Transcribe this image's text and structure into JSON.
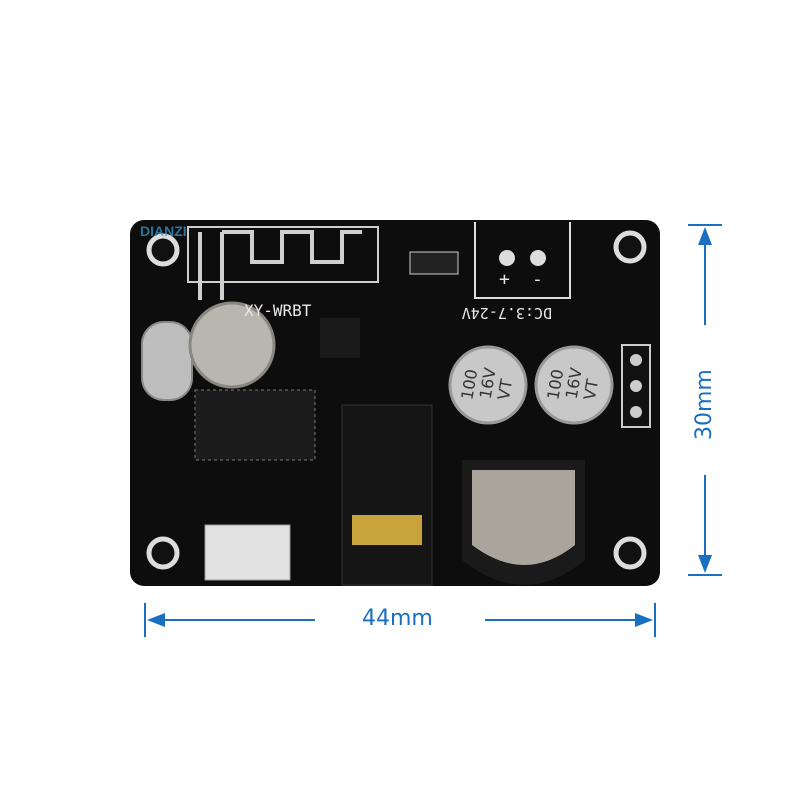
{
  "photo": {
    "watermark": "DIANZI",
    "board": {
      "model_label": "XY-WRBT",
      "power_label": "DC:3.7-24V",
      "plus_label": "+",
      "minus_label": "-",
      "capacitors": [
        {
          "line1": "100",
          "line2": "16V",
          "line3": "VT"
        },
        {
          "line1": "100",
          "line2": "16V",
          "line3": "VT"
        }
      ],
      "board_color": "#0d0d0d"
    },
    "dimensions": {
      "width_label": "44mm",
      "height_label": "30mm",
      "arrow_color": "#1a6fc0"
    }
  }
}
